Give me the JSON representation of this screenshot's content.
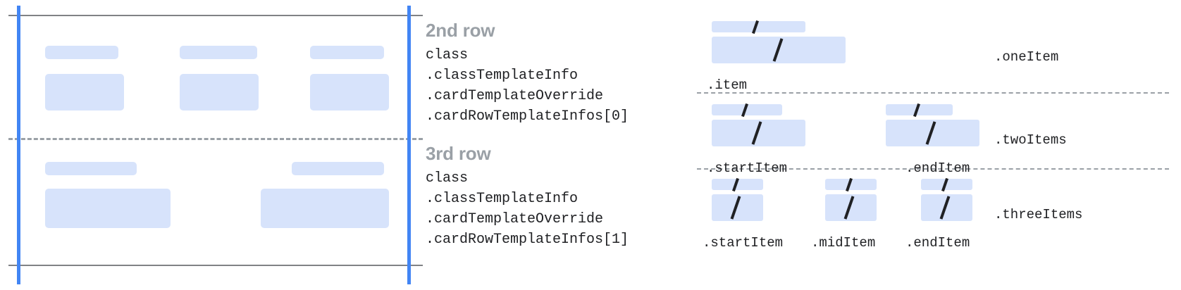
{
  "colors": {
    "placeholder": "#d7e3fb",
    "guide_blue": "#4285f4",
    "rule_gray": "#808285",
    "dash_gray": "#9aa0a6",
    "text": "#202124",
    "heading": "#9aa0a6",
    "slash": "#202124",
    "background": "#ffffff"
  },
  "left_panel": {
    "name": "card-row-layout-preview",
    "rows": [
      {
        "name": "second-row-preview",
        "columns": [
          {
            "small_bar": "placeholder-label",
            "big_block": "placeholder-image"
          },
          {
            "small_bar": "placeholder-label",
            "big_block": "placeholder-image"
          },
          {
            "small_bar": "placeholder-label",
            "big_block": "placeholder-image"
          }
        ]
      },
      {
        "name": "third-row-preview",
        "columns": [
          {
            "small_bar": "placeholder-label",
            "big_block": "placeholder-image"
          },
          {
            "small_bar": "placeholder-label",
            "big_block": "placeholder-image"
          }
        ]
      }
    ]
  },
  "annotations": [
    {
      "title": "2nd row",
      "code_lines": [
        "class",
        ".classTemplateInfo",
        ".cardTemplateOverride",
        ".cardRowTemplateInfos[0]"
      ]
    },
    {
      "title": "3rd row",
      "code_lines": [
        "class",
        ".classTemplateInfo",
        ".cardTemplateOverride",
        ".cardRowTemplateInfos[1]"
      ]
    }
  ],
  "right_panel": {
    "variants": [
      {
        "variant_label": ".oneItem",
        "slots": [
          {
            "label": ".item"
          }
        ]
      },
      {
        "variant_label": ".twoItems",
        "slots": [
          {
            "label": ".startItem"
          },
          {
            "label": ".endItem"
          }
        ]
      },
      {
        "variant_label": ".threeItems",
        "slots": [
          {
            "label": ".startItem"
          },
          {
            "label": ".midItem"
          },
          {
            "label": ".endItem"
          }
        ]
      }
    ]
  }
}
